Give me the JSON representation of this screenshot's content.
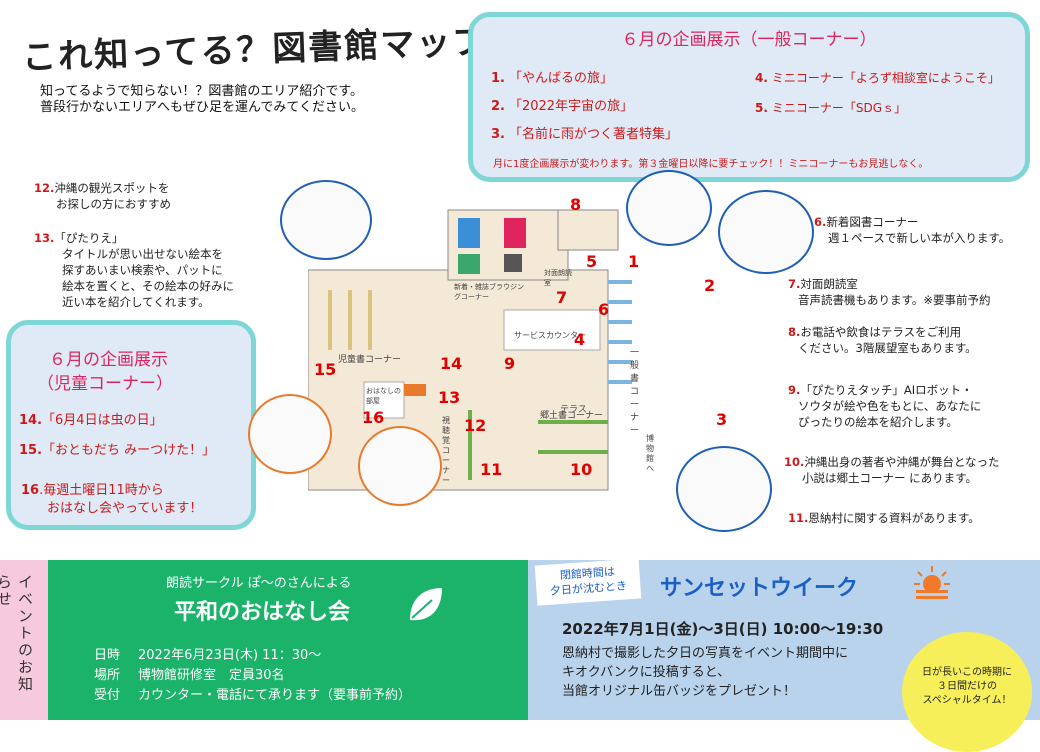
{
  "header": {
    "title": "これ知ってる？図書館マップ",
    "intro_line1": "知ってるようで知らない！？図書館のエリア紹介です。",
    "intro_line2": "普段行かないエリアへもぜひ足を運んでみてください。"
  },
  "general_exhibit": {
    "heading": "６月の企画展示（一般コーナー）",
    "items": [
      {
        "num": "1.",
        "text": "「やんばるの旅」"
      },
      {
        "num": "2.",
        "text": "「2022年宇宙の旅」"
      },
      {
        "num": "3.",
        "text": "「名前に雨がつく著者特集」"
      },
      {
        "num": "4.",
        "text": "ミニコーナー「よろず相談室にようこそ」"
      },
      {
        "num": "5.",
        "text": "ミニコーナー「SDGｓ」"
      }
    ],
    "note": "月に1度企画展示が変わります。第３金曜日以降に要チェック！！ミニコーナーもお見逃しなく。"
  },
  "kids_exhibit": {
    "heading1": "６月の企画展示",
    "heading2": "（児童コーナー）",
    "items": [
      {
        "num": "14.",
        "text": "「6月4日は虫の日」"
      },
      {
        "num": "15.",
        "text": "「おともだち みーつけた！」"
      },
      {
        "num": "16",
        "text": ".毎週土曜日11時から"
      },
      {
        "num": "",
        "text": "おはなし会やっています！"
      }
    ]
  },
  "left_notes": {
    "n12_num": "12.",
    "n12_l1": "沖縄の観光スポットを",
    "n12_l2": "お探しの方におすすめ",
    "n13_num": "13.",
    "n13_l1": "「ぴたりえ」",
    "n13_l2": "タイトルが思い出せない絵本を",
    "n13_l3": "探すあいまい検索や、パットに",
    "n13_l4": "絵本を置くと、その絵本の好みに",
    "n13_l5": "近い本を紹介してくれます。"
  },
  "right_notes": {
    "n6_num": "6.",
    "n6_l1": "新着図書コーナー",
    "n6_l2": "週１ペースで新しい本が入ります。",
    "n7_num": "7.",
    "n7_l1": "対面朗読室",
    "n7_l2": "音声読書機もあります。※要事前予約",
    "n8_num": "8.",
    "n8_l1": "お電話や飲食はテラスをご利用",
    "n8_l2": "ください。3階展望室もあります。",
    "n9_num": "9.",
    "n9_l1": "「ぴたりえタッチ」AIロボット・",
    "n9_l2": "ソウタが絵や色をもとに、あなたに",
    "n9_l3": "ぴったりの絵本を紹介します。",
    "n10_num": "10.",
    "n10_l1": "沖縄出身の著者や沖縄が舞台となった",
    "n10_l2": "小説は郷土コーナー にあります。",
    "n11_num": "11.",
    "n11_l1": "恩納村に関する資料があります。"
  },
  "map": {
    "terrace": "テラス",
    "reading_room": "対面朗読室",
    "newspaper": "新着・雑誌ブラウジングコーナー",
    "service": "サービスカウンター",
    "general": "一般書コーナー",
    "children": "児童書コーナー",
    "ohanashi": "おはなしの部屋",
    "local": "郷土書コーナー",
    "av": "視聴覚コーナー",
    "museum": "博物館へ",
    "numbers": [
      "1",
      "2",
      "3",
      "4",
      "5",
      "6",
      "7",
      "8",
      "9",
      "10",
      "11",
      "12",
      "13",
      "14",
      "15",
      "16"
    ]
  },
  "event_label": "イベントのお知らせ",
  "story_event": {
    "circle": "朗読サークル ぽ～のさんによる",
    "title": "平和のおはなし会",
    "date_label": "日時",
    "date": "2022年6月23日(木) 11：30～",
    "place_label": "場所",
    "place": "博物館研修室　定員30名",
    "reception_label": "受付",
    "reception": "カウンター・電話にて承ります（要事前予約）"
  },
  "sunset": {
    "tag_l1": "閉館時間は",
    "tag_l2": "夕日が沈むとき",
    "title": "サンセットウイーク",
    "dates": "2022年7月1日(金)～3日(日) 10:00～19:30",
    "desc_l1": "恩納村で撮影した夕日の写真をイベント期間中に",
    "desc_l2": "キオクバンクに投稿すると、",
    "desc_l3": "当館オリジナル缶バッジをプレゼント！",
    "bubble_l1": "日が長いこの時期に",
    "bubble_l2": "３日間だけの",
    "bubble_l3": "スペシャルタイム！"
  },
  "colors": {
    "accent_red": "#cc1a1a",
    "box_border": "#7fd6d6",
    "event_green": "#1bb36a",
    "event_blue": "#b9d3ec",
    "event_pink": "#f6c9dd"
  }
}
